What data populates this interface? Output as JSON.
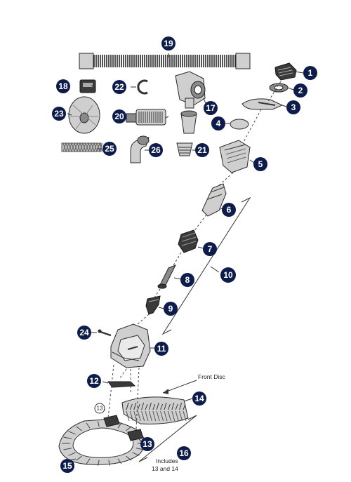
{
  "callouts": {
    "p1": "1",
    "p2": "2",
    "p3": "3",
    "p4": "4",
    "p5": "5",
    "p6": "6",
    "p7": "7",
    "p8": "8",
    "p9": "9",
    "p10": "10",
    "p11": "11",
    "p12": "12",
    "p13a": "13",
    "p13b": "13",
    "p14": "14",
    "p15": "15",
    "p16": "16",
    "p17": "17",
    "p18": "18",
    "p19": "19",
    "p20": "20",
    "p21": "21",
    "p22": "22",
    "p23": "23",
    "p24": "24",
    "p25": "25",
    "p26": "26"
  },
  "labels": {
    "front_disc": "Front Disc",
    "includes_line1": "Includes",
    "includes_line2": "13 and 14"
  }
}
